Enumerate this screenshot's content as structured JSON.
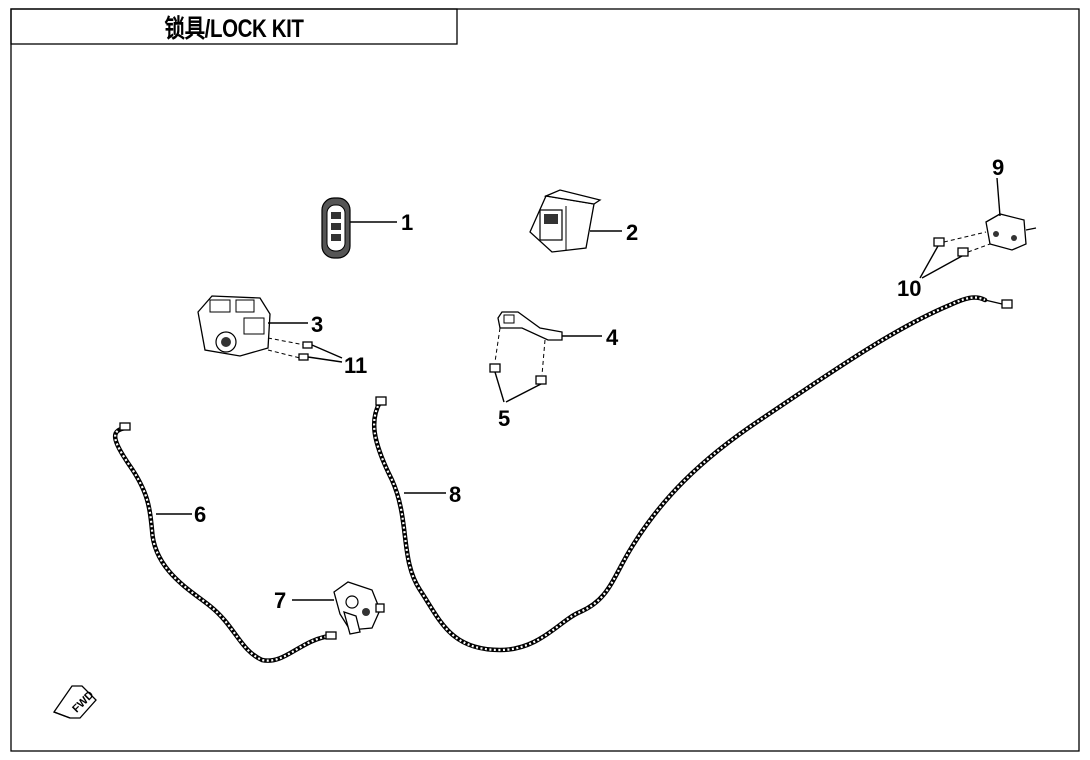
{
  "title": "锁具/LOCK KIT",
  "fwd_label": "FWD",
  "callouts": [
    {
      "id": "1",
      "label": "1"
    },
    {
      "id": "2",
      "label": "2"
    },
    {
      "id": "3",
      "label": "3"
    },
    {
      "id": "4",
      "label": "4"
    },
    {
      "id": "5",
      "label": "5"
    },
    {
      "id": "6",
      "label": "6"
    },
    {
      "id": "7",
      "label": "7"
    },
    {
      "id": "8",
      "label": "8"
    },
    {
      "id": "9",
      "label": "9"
    },
    {
      "id": "10",
      "label": "10"
    },
    {
      "id": "11",
      "label": "11"
    }
  ]
}
